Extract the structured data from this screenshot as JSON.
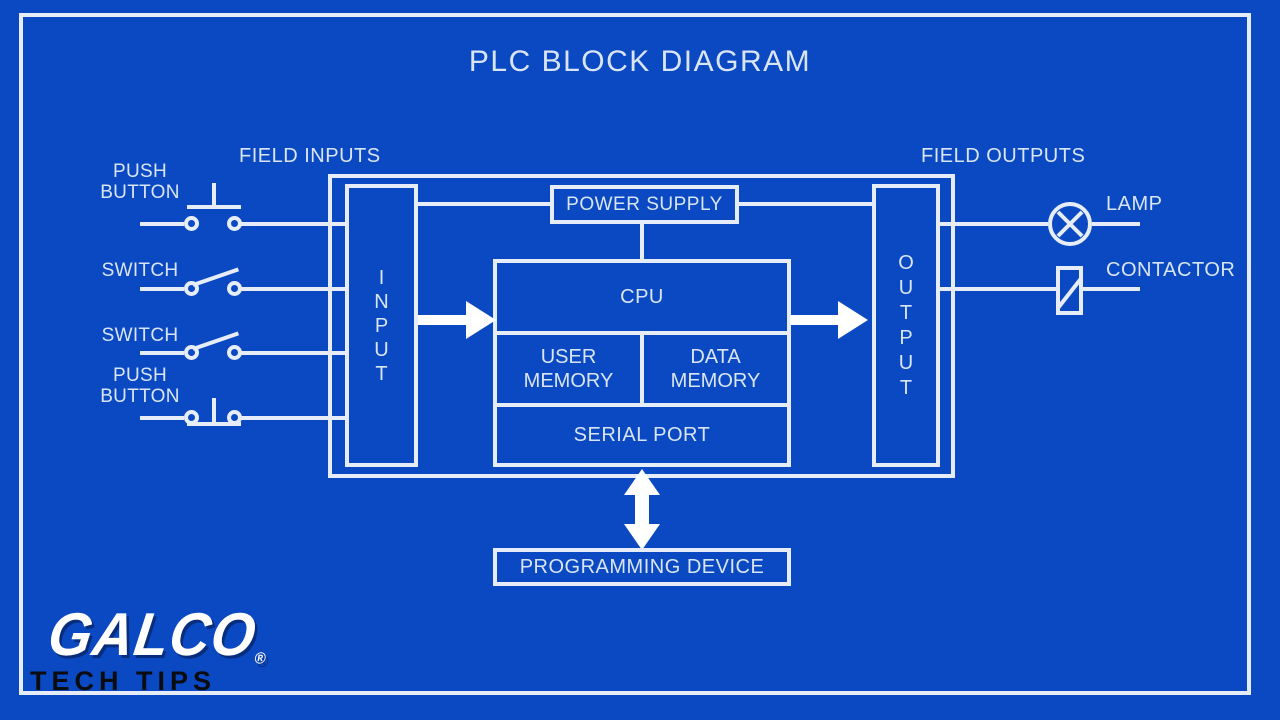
{
  "title": "PLC BLOCK DIAGRAM",
  "colors": {
    "background": "#0a49c2",
    "line": "#e6edf8",
    "text": "#d9e5f4",
    "arrow": "#ffffff",
    "logo_text": "#ffffff",
    "tagline_text": "#0b0c10"
  },
  "sections": {
    "field_inputs": "FIELD INPUTS",
    "field_outputs": "FIELD OUTPUTS"
  },
  "plc": {
    "input_label": "INPUT",
    "output_label": "OUTPUT",
    "power_supply_label": "POWER SUPPLY",
    "cpu_label": "CPU",
    "user_memory_label": "USER MEMORY",
    "data_memory_label": "DATA MEMORY",
    "serial_port_label": "SERIAL PORT"
  },
  "programming_device_label": "PROGRAMMING DEVICE",
  "field_input_devices": [
    {
      "label": "PUSH BUTTON",
      "symbol": "push-button-normally-open"
    },
    {
      "label": "SWITCH",
      "symbol": "switch-open"
    },
    {
      "label": "SWITCH",
      "symbol": "switch-open"
    },
    {
      "label": "PUSH BUTTON",
      "symbol": "push-button-normally-closed"
    }
  ],
  "field_output_devices": [
    {
      "label": "LAMP",
      "symbol": "lamp"
    },
    {
      "label": "CONTACTOR",
      "symbol": "contactor"
    }
  ],
  "branding": {
    "logo": "GALCO",
    "registered_mark": "®",
    "tagline": "TECH TIPS"
  }
}
